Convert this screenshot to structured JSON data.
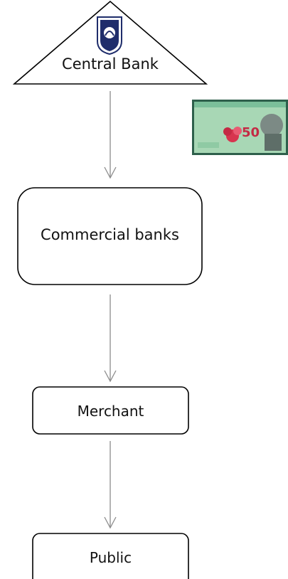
{
  "nodes": {
    "central_bank": {
      "label": "Central Bank"
    },
    "commercial_banks": {
      "label": "Commercial banks"
    },
    "merchant": {
      "label": "Merchant"
    },
    "public": {
      "label": "Public"
    }
  },
  "icons": {
    "central_bank_emblem": "shield-emblem-icon",
    "banknote": "banknote-icon",
    "banknote_value": "50"
  },
  "colors": {
    "stroke": "#000000",
    "arrow": "#8c8c8c",
    "emblem_blue": "#1f2d6b",
    "banknote_green": "#a8d7b5"
  }
}
